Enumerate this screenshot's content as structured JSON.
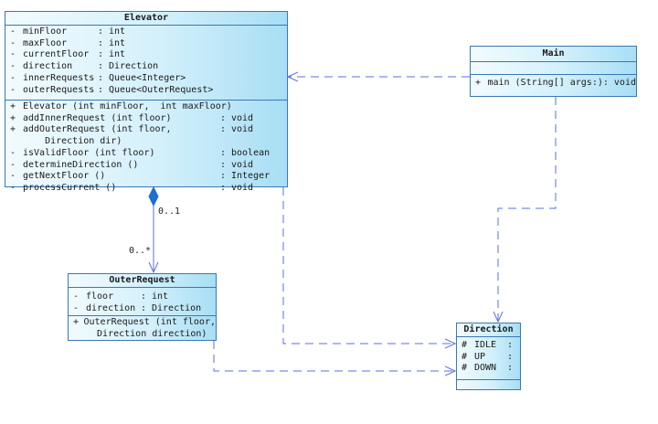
{
  "elevator": {
    "name": "Elevator",
    "attributes": [
      {
        "vis": "-",
        "name": "minFloor",
        "type": "int"
      },
      {
        "vis": "-",
        "name": "maxFloor",
        "type": "int"
      },
      {
        "vis": "-",
        "name": "currentFloor",
        "type": "int"
      },
      {
        "vis": "-",
        "name": "direction",
        "type": "Direction"
      },
      {
        "vis": "-",
        "name": "innerRequests",
        "type": "Queue<Integer>"
      },
      {
        "vis": "-",
        "name": "outerRequests",
        "type": "Queue<OuterRequest>"
      }
    ],
    "operations": [
      {
        "vis": "+",
        "name": "Elevator (int minFloor,  int maxFloor)",
        "type": ""
      },
      {
        "vis": "+",
        "name": "addInnerRequest (int floor)",
        "type": "void"
      },
      {
        "vis": "+",
        "name": "addOuterRequest (int floor,",
        "type": "void"
      },
      {
        "vis": "",
        "name": "    Direction dir)",
        "type": ""
      },
      {
        "vis": "-",
        "name": "isValidFloor (int floor)",
        "type": "boolean"
      },
      {
        "vis": "-",
        "name": "determineDirection ()",
        "type": "void"
      },
      {
        "vis": "-",
        "name": "getNextFloor ()",
        "type": "Integer"
      },
      {
        "vis": "-",
        "name": "processCurrent ()",
        "type": "void"
      }
    ]
  },
  "main": {
    "name": "Main",
    "operations": [
      {
        "vis": "+",
        "text": "main (String[] args:): void"
      }
    ]
  },
  "outer_request": {
    "name": "OuterRequest",
    "attributes": [
      {
        "vis": "-",
        "name": "floor",
        "type": "int"
      },
      {
        "vis": "-",
        "name": "direction",
        "type": "Direction"
      }
    ],
    "operations": [
      {
        "vis": "+",
        "name": "OuterRequest (int floor,"
      },
      {
        "vis": "",
        "name": "  Direction direction)"
      }
    ]
  },
  "direction": {
    "name": "Direction",
    "literals": [
      {
        "vis": "#",
        "name": "IDLE",
        "suffix": ":"
      },
      {
        "vis": "#",
        "name": "UP",
        "suffix": ":"
      },
      {
        "vis": "#",
        "name": "DOWN",
        "suffix": ":"
      }
    ]
  },
  "composition": {
    "source_multiplicity": "0..1",
    "target_multiplicity": "0..*"
  },
  "colors": {
    "border": "#3a78b5",
    "connector": "#5b6fe0",
    "fill_light": "#f2fbfe",
    "fill_dark": "#a8def4"
  }
}
